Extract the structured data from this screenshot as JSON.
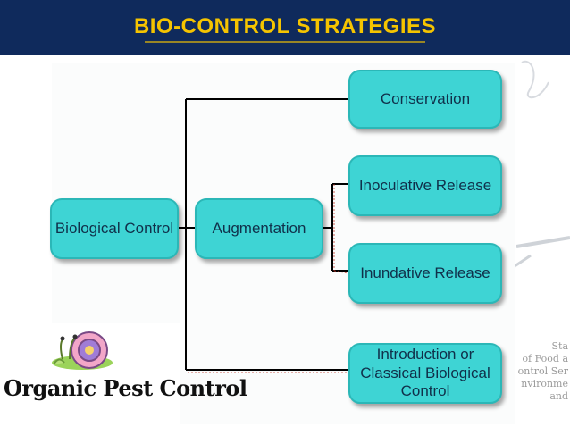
{
  "header": {
    "title": "BIO-CONTROL STRATEGIES"
  },
  "diagram": {
    "root": "Biological Control",
    "augmentation": "Augmentation",
    "conservation": "Conservation",
    "inoculative": "Inoculative Release",
    "inundative": "Inundative Release",
    "classical": "Introduction or Classical Biological Control"
  },
  "logo": {
    "text": "Organic Pest Control"
  },
  "background_text": [
    "Sta",
    "of Food a",
    "ontrol Ser",
    "nvironme",
    "and"
  ],
  "colors": {
    "header_bg": "#0f2a5c",
    "title": "#f5c400",
    "box_fill": "#3ed4d4",
    "connector_accent": "#c0392b"
  }
}
